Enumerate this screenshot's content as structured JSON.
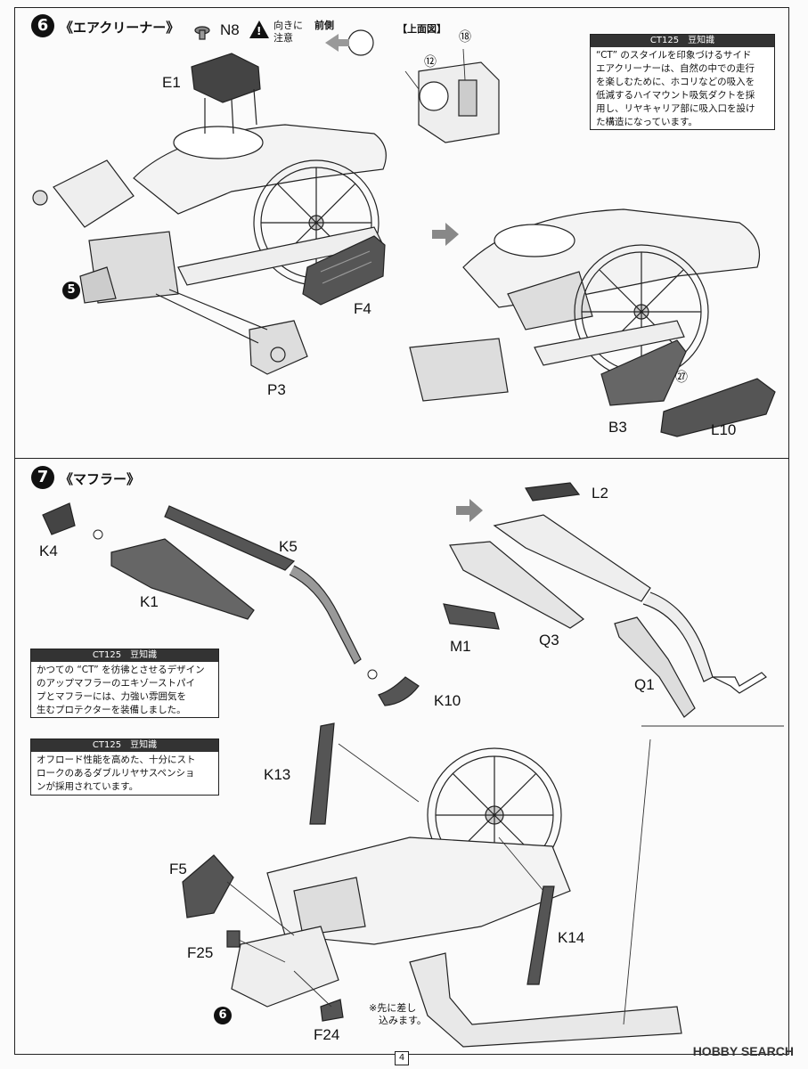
{
  "page_number": "4",
  "watermark": "HOBBY SEARCH",
  "step6": {
    "number": "6",
    "title": "《エアクリーナー》",
    "orientation_note_line1": "向きに",
    "orientation_note_line2": "注意",
    "front_label": "前側",
    "top_view_label": "【上面図】",
    "callout_12": "⑫",
    "callout_18": "⑱",
    "callout_27": "㉗",
    "prev_step_marker": "5",
    "parts": {
      "n8": "N8",
      "e1": "E1",
      "f4": "F4",
      "p3": "P3",
      "b3": "B3",
      "l10": "L10"
    },
    "info": {
      "header": "CT125　豆知識",
      "lines": [
        "“CT” のスタイルを印象づけるサイド",
        "エアクリーナーは、自然の中での走行",
        "を楽しむために、ホコリなどの吸入を",
        "低減するハイマウント吸気ダクトを採",
        "用し、リヤキャリア部に吸入口を設け",
        "た構造になっています。"
      ]
    }
  },
  "step7": {
    "number": "7",
    "title": "《マフラー》",
    "prev_step_marker": "6",
    "parts": {
      "k4": "K4",
      "k1": "K1",
      "k5": "K5",
      "k10": "K10",
      "l2": "L2",
      "m1": "M1",
      "q3": "Q3",
      "q1": "Q1",
      "k13": "K13",
      "k14": "K14",
      "f5": "F5",
      "f25": "F25",
      "f24": "F24"
    },
    "note_line1": "※先に差し",
    "note_line2": "込みます。",
    "info1": {
      "header": "CT125　豆知識",
      "lines": [
        "かつての “CT” を彷彿とさせるデザイン",
        "のアップマフラーのエキゾーストパイ",
        "プとマフラーには、力強い雰囲気を",
        "生むプロテクターを装備しました。"
      ]
    },
    "info2": {
      "header": "CT125　豆知識",
      "lines": [
        "オフロード性能を高めた、十分にスト",
        "ロークのあるダブルリヤサスペンショ",
        "ンが採用されています。"
      ]
    }
  }
}
